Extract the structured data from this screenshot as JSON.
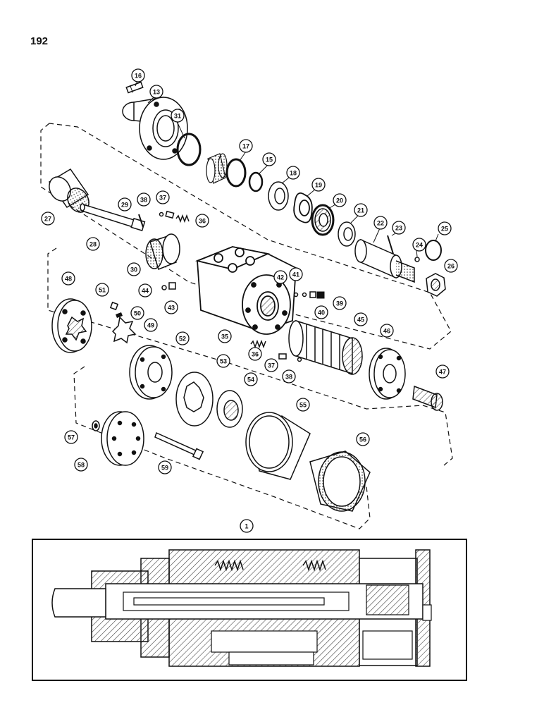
{
  "page": {
    "number": "192"
  },
  "callouts": {
    "c1": "1",
    "c13": "13",
    "c15": "15",
    "c16": "16",
    "c17": "17",
    "c18": "18",
    "c19": "19",
    "c20": "20",
    "c21": "21",
    "c22": "22",
    "c23": "23",
    "c24": "24",
    "c25": "25",
    "c26": "26",
    "c27": "27",
    "c28": "28",
    "c29": "29",
    "c30": "30",
    "c31": "31",
    "c35": "35",
    "c36a": "36",
    "c36b": "36",
    "c37a": "37",
    "c37b": "37",
    "c38a": "38",
    "c38b": "38",
    "c39": "39",
    "c40": "40",
    "c41": "41",
    "c42": "42",
    "c43": "43",
    "c44": "44",
    "c45": "45",
    "c46": "46",
    "c47": "47",
    "c48": "48",
    "c49": "49",
    "c50": "50",
    "c51": "51",
    "c52": "52",
    "c53": "53",
    "c54": "54",
    "c55": "55",
    "c56": "56",
    "c57": "57",
    "c58": "58",
    "c59": "59"
  },
  "colors": {
    "ink": "#111111",
    "paper": "#ffffff",
    "hatch": "#444444"
  }
}
